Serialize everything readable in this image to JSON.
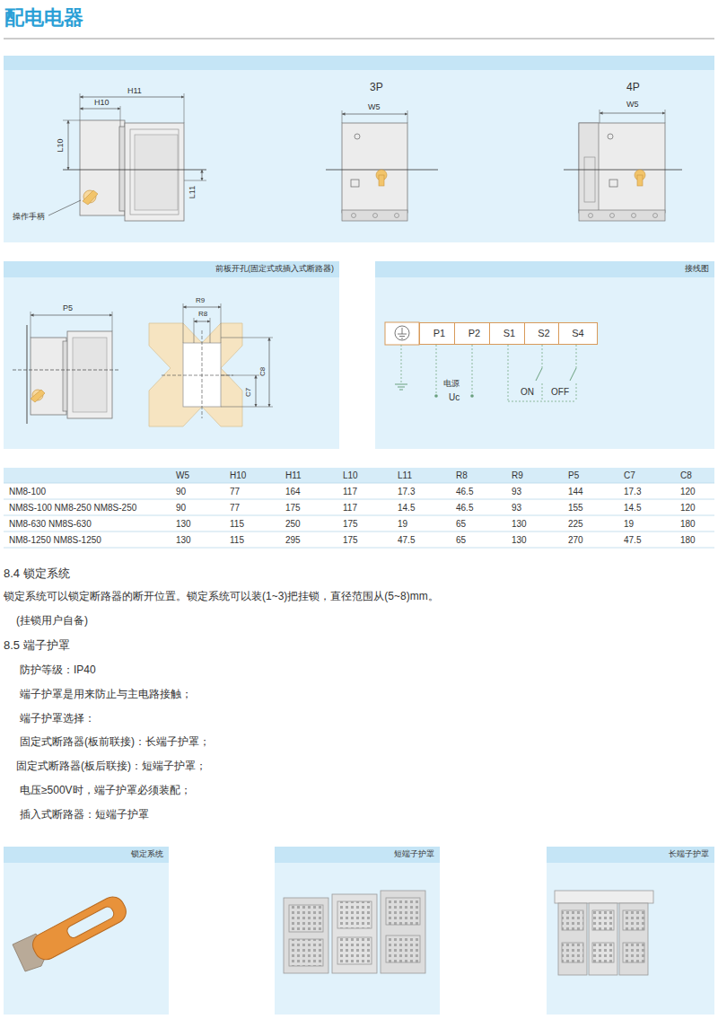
{
  "diagram": {
    "title": "配电电器",
    "nodes": [
      {
        "text": [
          "前板开孔(固定式或插入式断路器)"
        ]
      },
      {
        "text": [
          "接线图"
        ]
      },
      {
        "text": [
          "P1"
        ],
        "in": 1
      },
      {
        "text": [
          "P2"
        ],
        "in": 1
      },
      {
        "text": [
          "S1"
        ],
        "in": 1
      },
      {
        "text": [
          "S2"
        ],
        "in": 1
      },
      {
        "text": [
          "S4"
        ],
        "in": 1
      },
      {
        "text": [
          "锁定系统"
        ]
      },
      {
        "text": [
          "短端子护罩"
        ]
      },
      {
        "text": [
          "长端子护罩"
        ]
      }
    ],
    "labels": [
      "H11",
      "H10",
      "L10",
      "L11",
      "操作手柄",
      "3P",
      "W5",
      "4P",
      "W5",
      "P5",
      "R9",
      "R8",
      "C8",
      "C7",
      "电源",
      "Uc",
      "ON",
      "OFF",
      "W5",
      "H10",
      "H11",
      "L10",
      "L11",
      "R8",
      "R9",
      "P5",
      "C7",
      "C8",
      "NM8-100",
      "90",
      "77",
      "164",
      "117",
      "17.3",
      "46.5",
      "93",
      "144",
      "17.3",
      "120",
      "NM8S-100 NM8-250 NM8S-250",
      "90",
      "77",
      "175",
      "117",
      "14.5",
      "46.5",
      "93",
      "155",
      "14.5",
      "120",
      "NM8-630 NM8S-630",
      "130",
      "115",
      "250",
      "175",
      "19",
      "65",
      "130",
      "225",
      "19",
      "180",
      "NM8-1250 NM8S-1250",
      "130",
      "115",
      "295",
      "175",
      "47.5",
      "65",
      "130",
      "270",
      "47.5",
      "180",
      "8.4 锁定系统",
      "锁定系统可以锁定断路器的断开位置。锁定系统可以装(1~3)把挂锁，直径范围从(5~8)mm。",
      "(挂锁用户自备)",
      "8.5 端子护罩",
      "防护等级：IP40",
      "端子护罩是用来防止与主电路接触；",
      "端子护罩选择：",
      "固定式断路器(板前联接)：长端子护罩；",
      "固定式断路器(板后联接)：短端子护罩；",
      "电压≥500V时，端子护罩必须装配；",
      "插入式断路器：短端子护罩"
    ]
  }
}
